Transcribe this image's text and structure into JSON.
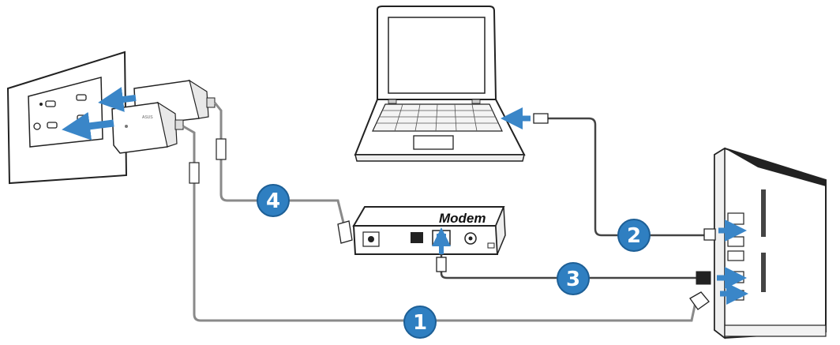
{
  "modem": {
    "label": "Modem"
  },
  "adapter": {
    "logo": "ASUS"
  },
  "steps": [
    {
      "number": "1",
      "desc": ""
    },
    {
      "number": "2",
      "desc": ""
    },
    {
      "number": "3",
      "desc": ""
    },
    {
      "number": "4",
      "desc": ""
    }
  ],
  "colors": {
    "badge": "#2f7fc1",
    "badge_ring": "#1d5f96",
    "arrow": "#3a86c8",
    "line": "#333333",
    "cable_grey": "#8a8a8a"
  }
}
